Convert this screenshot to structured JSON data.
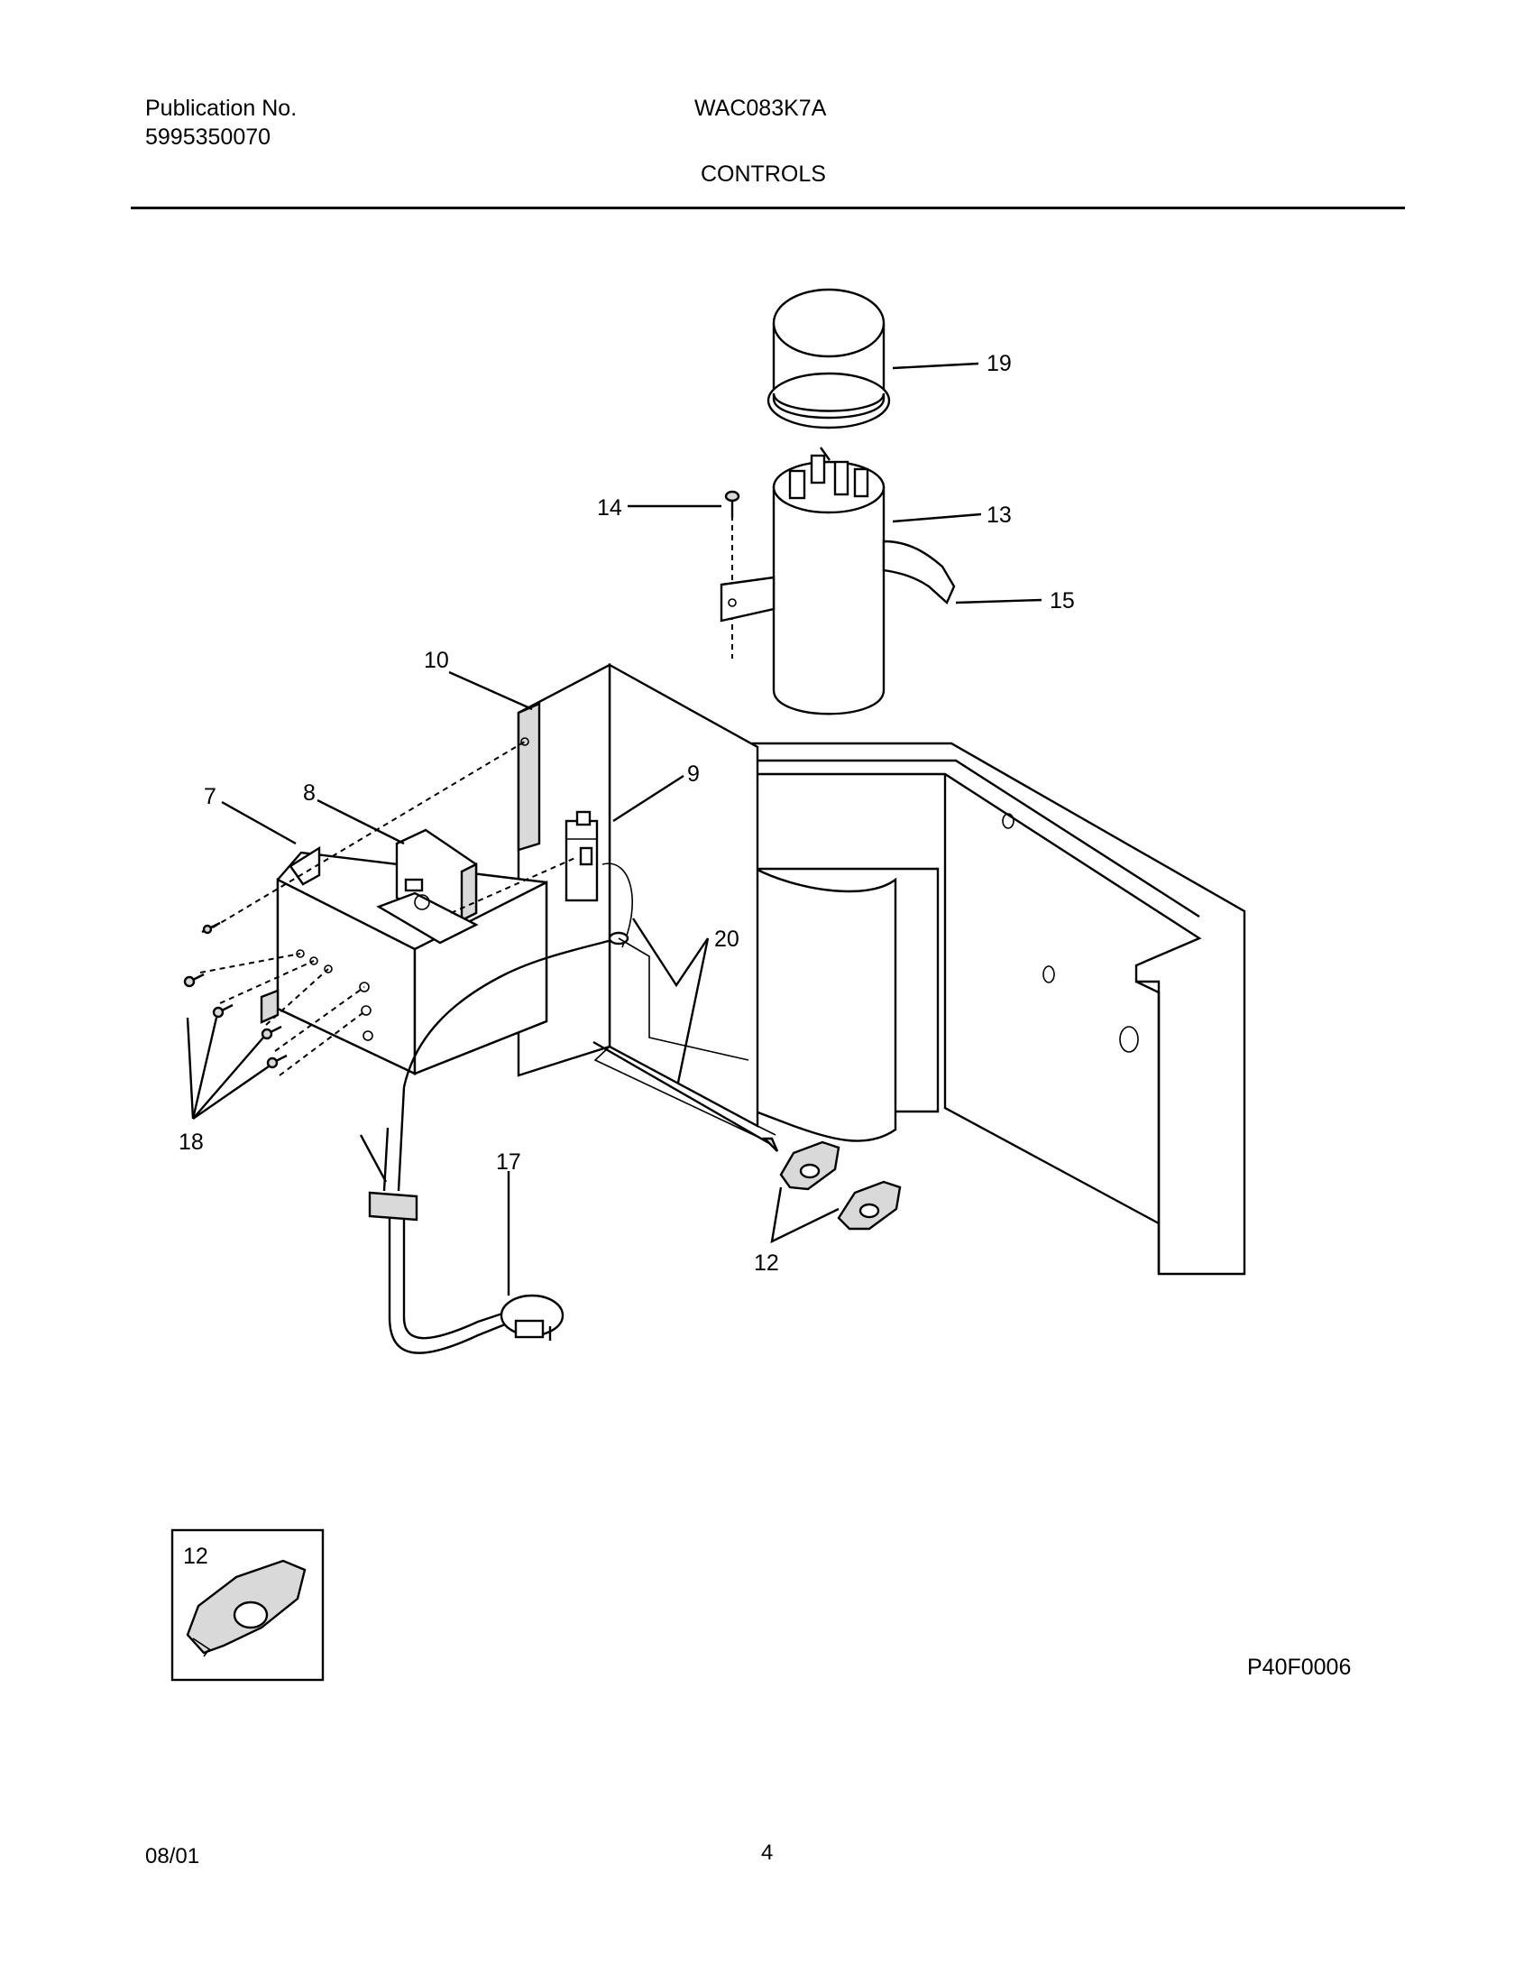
{
  "header": {
    "publication_label": "Publication No.",
    "publication_number": "5995350070",
    "model": "WAC083K7A",
    "section": "CONTROLS"
  },
  "diagram": {
    "callouts": [
      "19",
      "14",
      "13",
      "15",
      "10",
      "7",
      "8",
      "9",
      "20",
      "18",
      "17",
      "12"
    ],
    "inset_callout": "12",
    "figure_code": "P40F0006"
  },
  "footer": {
    "date": "08/01",
    "page": "4"
  }
}
